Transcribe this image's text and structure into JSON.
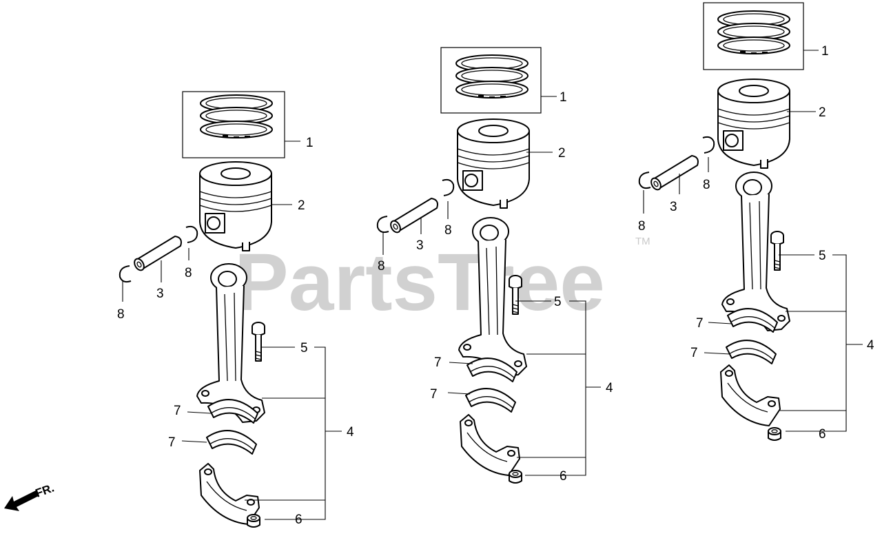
{
  "watermark": {
    "text": "PartsTree",
    "trademark": "TM"
  },
  "direction_label": "FR.",
  "callouts": {
    "piston_ring_set": "1",
    "piston": "2",
    "piston_pin": "3",
    "connecting_rod_assembly": "4",
    "rod_bolt": "5",
    "rod_nut": "6",
    "rod_bearing": "7",
    "pin_clip": "8"
  }
}
